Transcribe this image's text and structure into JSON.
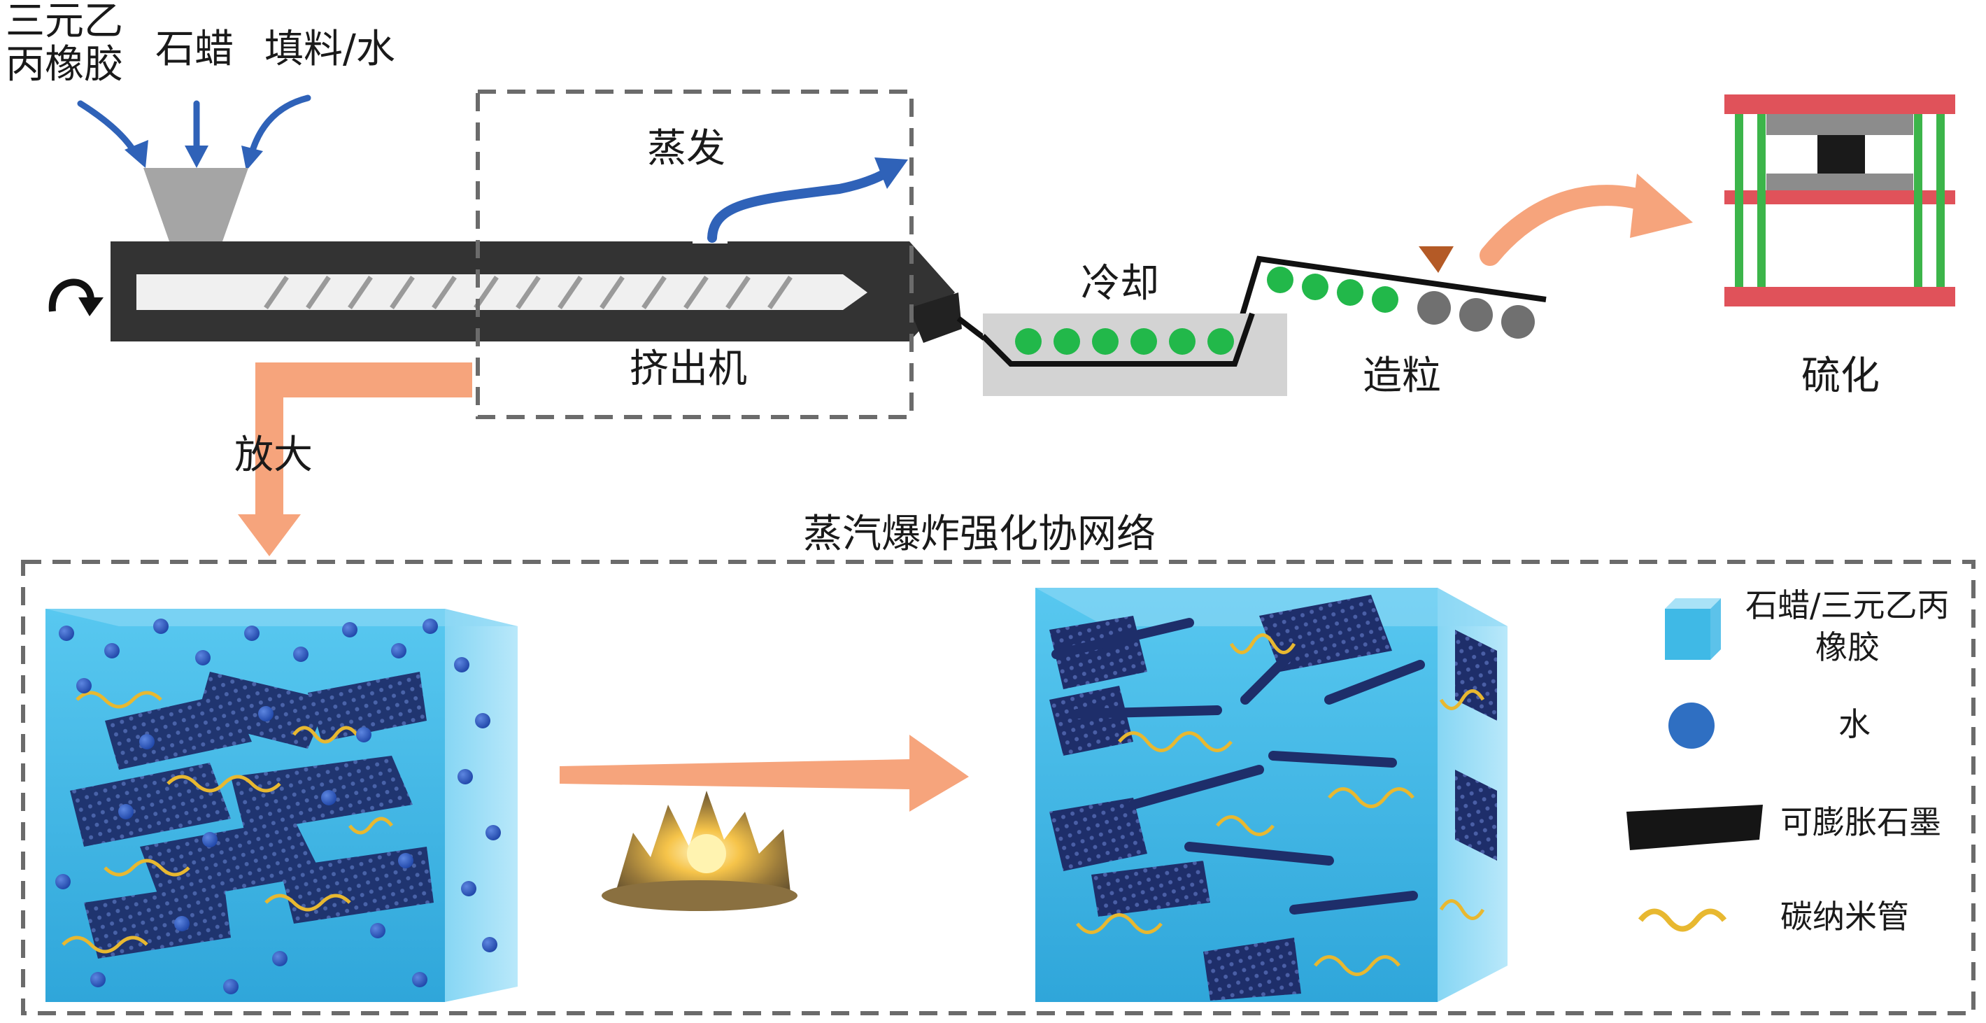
{
  "inputs": {
    "rubber": [
      "三元乙",
      "丙橡胶"
    ],
    "wax": "石蜡",
    "filler": "填料/水"
  },
  "process": {
    "evaporation": "蒸发",
    "extruder": "挤出机",
    "cooling": "冷却",
    "pelletizing": "造粒",
    "vulcanization": "硫化",
    "magnify": "放大"
  },
  "mechanism": {
    "title": "蒸汽爆炸强化协网络"
  },
  "legend": {
    "matrix": [
      "石蜡/三元乙丙",
      "橡胶"
    ],
    "water": "水",
    "graphite": "可膨胀石墨",
    "cnt": "碳纳米管"
  },
  "colors": {
    "extruder_body": "#333333",
    "arrow_blue": "#2f62b8",
    "arrow_orange": "#f6a47c",
    "pellet_green": "#22b84a",
    "pellet_gray": "#707070",
    "cube_blue": "#3fb9e6",
    "press_red": "#e0525a",
    "press_green": "#3cb54a",
    "graphite_dark": "#1e2e6a",
    "cnt_yellow": "#e8b830"
  }
}
